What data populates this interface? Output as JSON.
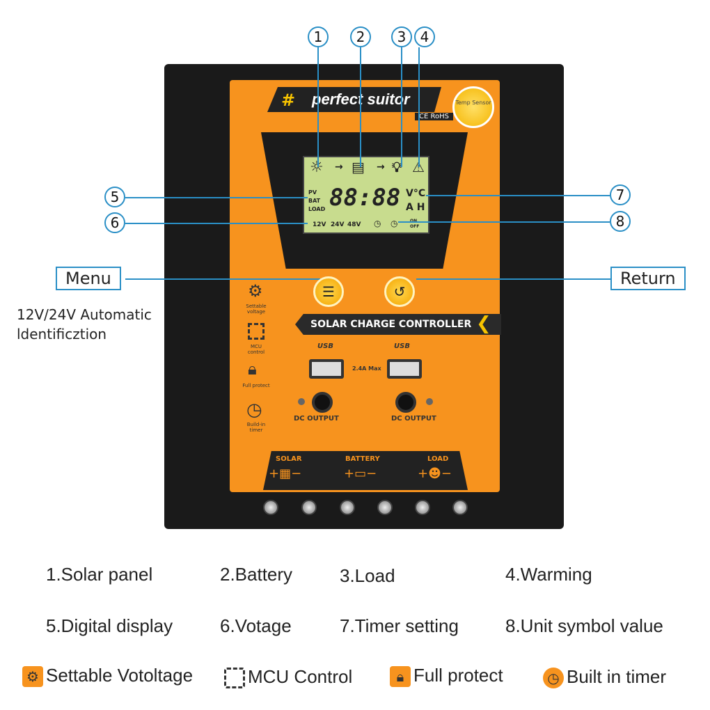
{
  "brand": {
    "name": "perfect suitor",
    "cert": "CE RoHS",
    "sensor": "Temp Sensor"
  },
  "lcd": {
    "labels": [
      "PV",
      "BAT",
      "LOAD"
    ],
    "digits": "88:88",
    "units_top": "V°C",
    "units_bottom": "A H",
    "voltages": [
      "12V",
      "24V",
      "48V"
    ],
    "onoff": "ON OFF"
  },
  "callouts": [
    "1",
    "2",
    "3",
    "4",
    "5",
    "6",
    "7",
    "8"
  ],
  "buttons": {
    "menu": "Menu",
    "return": "Return"
  },
  "auto_id": "12V/24V Automatic\nldentificztion",
  "side_features": [
    "Settable voltage",
    "MCU control",
    "Full protect",
    "Build-in timer"
  ],
  "banner": "SOLAR CHARGE CONTROLLER",
  "usb": {
    "logo": "USB",
    "max": "2.4A Max"
  },
  "dc_output": "DC OUTPUT",
  "terminals": [
    "SOLAR",
    "BATTERY",
    "LOAD"
  ],
  "legend": [
    "1.Solar panel",
    "2.Battery",
    "3.Load",
    "4.Warming",
    "5.Digital display",
    "6.Votage",
    "7.Timer setting",
    "8.Unit symbol value"
  ],
  "features": [
    "Settable Votoltage",
    "MCU Control",
    "Full protect",
    "Built in timer"
  ],
  "colors": {
    "accent": "#f7931e",
    "callout": "#2a8fc6",
    "lcd": "#c8dc8e"
  }
}
